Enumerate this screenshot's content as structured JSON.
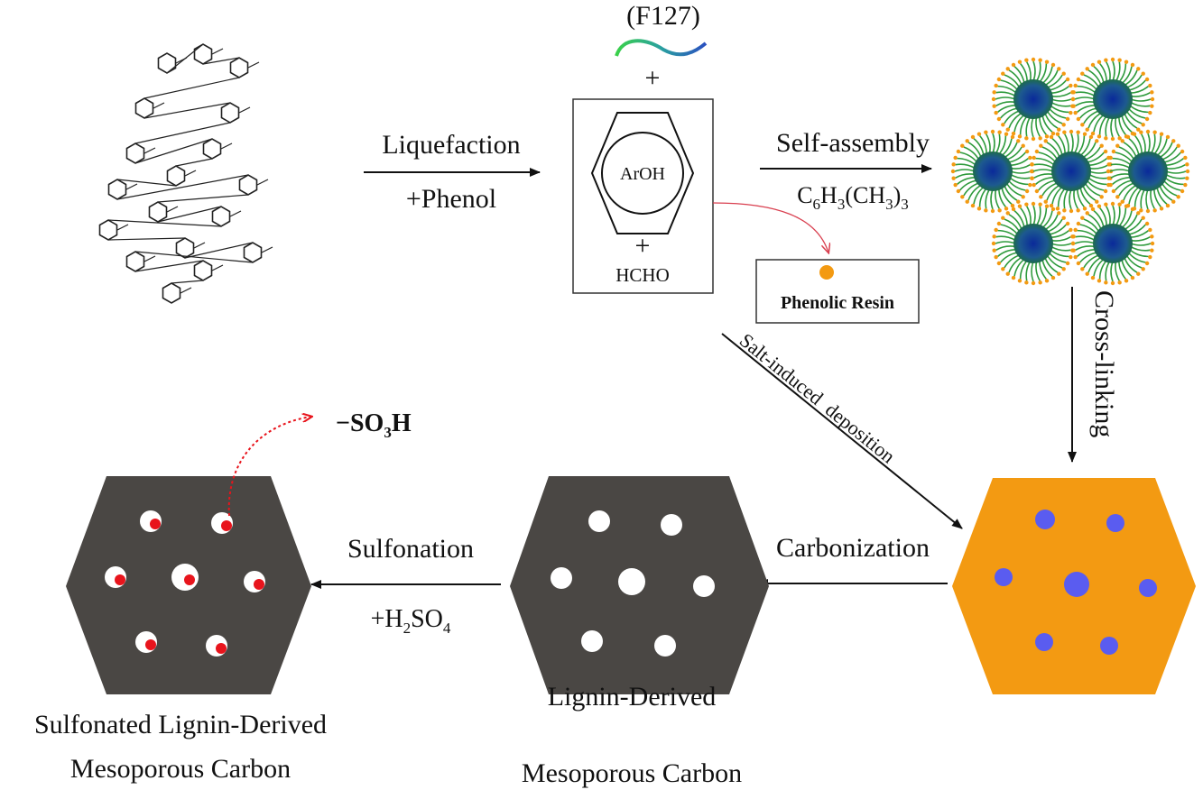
{
  "labels": {
    "f127": "(F127)",
    "plus": "+",
    "liquefaction": "Liquefaction",
    "phenol": "+Phenol",
    "aroh": "ArOH",
    "hcho": "HCHO",
    "phenolic_resin": "Phenolic Resin",
    "self_assembly": "Self-assembly",
    "tmb": {
      "c": "C",
      "c_sub": "6",
      "h": "H",
      "h_sub": "3",
      "open": "(CH",
      "ch_sub": "3",
      "close": ")",
      "close_sub": "3"
    },
    "cross_linking": "Cross-linking",
    "salt_induced": "Salt-induced  deposition",
    "carbonization": "Carbonization",
    "sulfonation": "Sulfonation",
    "h2so4": {
      "pre": "+H",
      "sub1": "2",
      "mid": "SO",
      "sub2": "4"
    },
    "so3h": {
      "pre": "−SO",
      "sub": "3",
      "post": "H"
    },
    "ldmc_line1": "Lignin-Derived",
    "ldmc_line2": "Mesoporous Carbon",
    "sldmc_line1": "Sulfonated Lignin-Derived",
    "sldmc_line2": "Mesoporous Carbon"
  },
  "colors": {
    "resin_orange": "#f39a12",
    "carbon_gray": "#4a4744",
    "template_blue": "#5a5cf0",
    "sulfonic_red": "#e8141c",
    "micelle_green": "#2e9a3c",
    "micelle_core": "#1a3f8f"
  }
}
